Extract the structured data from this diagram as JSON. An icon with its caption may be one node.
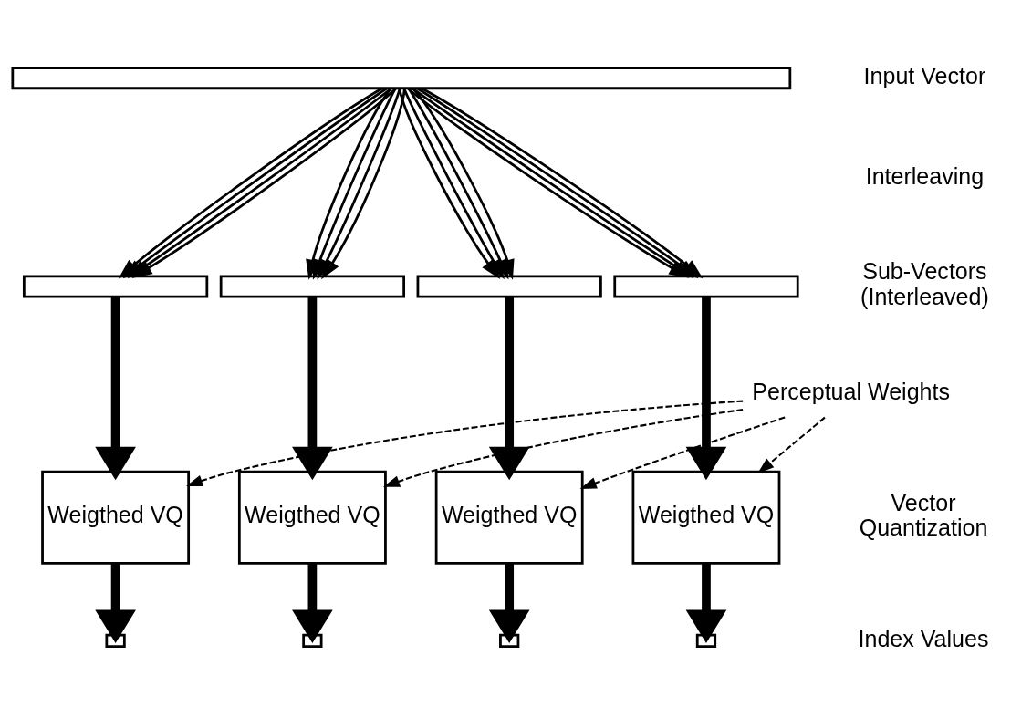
{
  "diagram": {
    "nodes": [
      {
        "text": [],
        "shape": "bar"
      },
      {
        "text": [],
        "shape": "bar"
      },
      {
        "text": [],
        "shape": "bar"
      },
      {
        "text": [],
        "shape": "bar"
      },
      {
        "text": [],
        "shape": "bar"
      },
      {
        "text": [
          "Perceptual Weights"
        ]
      },
      {
        "text": [
          "Weigthed VQ"
        ]
      },
      {
        "text": [
          "Weigthed VQ"
        ]
      },
      {
        "text": [
          "Weigthed VQ"
        ]
      },
      {
        "text": [
          "Weigthed VQ"
        ]
      },
      {
        "text": [],
        "shape": "box"
      },
      {
        "text": [],
        "shape": "box"
      },
      {
        "text": [],
        "shape": "box"
      },
      {
        "text": [],
        "shape": "box"
      }
    ],
    "edges": [
      {
        "from": 0,
        "to": 1,
        "arrow": "to"
      },
      {
        "from": 0,
        "to": 1,
        "arrow": "to"
      },
      {
        "from": 0,
        "to": 1,
        "arrow": "to"
      },
      {
        "from": 0,
        "to": 1,
        "arrow": "to"
      },
      {
        "from": 0,
        "to": 2,
        "arrow": "to"
      },
      {
        "from": 0,
        "to": 2,
        "arrow": "to"
      },
      {
        "from": 0,
        "to": 2,
        "arrow": "to"
      },
      {
        "from": 0,
        "to": 2,
        "arrow": "to"
      },
      {
        "from": 0,
        "to": 3,
        "arrow": "to"
      },
      {
        "from": 0,
        "to": 3,
        "arrow": "to"
      },
      {
        "from": 0,
        "to": 3,
        "arrow": "to"
      },
      {
        "from": 0,
        "to": 3,
        "arrow": "to"
      },
      {
        "from": 0,
        "to": 4,
        "arrow": "to"
      },
      {
        "from": 0,
        "to": 4,
        "arrow": "to"
      },
      {
        "from": 0,
        "to": 4,
        "arrow": "to"
      },
      {
        "from": 0,
        "to": 4,
        "arrow": "to"
      },
      {
        "from": 1,
        "to": 6,
        "arrow": "to",
        "style": "thick"
      },
      {
        "from": 2,
        "to": 7,
        "arrow": "to",
        "style": "thick"
      },
      {
        "from": 3,
        "to": 8,
        "arrow": "to",
        "style": "thick"
      },
      {
        "from": 4,
        "to": 9,
        "arrow": "to",
        "style": "thick"
      },
      {
        "from": 5,
        "to": 6,
        "arrow": "to",
        "style": "dashed"
      },
      {
        "from": 5,
        "to": 7,
        "arrow": "to",
        "style": "dashed"
      },
      {
        "from": 5,
        "to": 8,
        "arrow": "to",
        "style": "dashed"
      },
      {
        "from": 5,
        "to": 9,
        "arrow": "to",
        "style": "dashed"
      },
      {
        "from": 6,
        "to": 10,
        "arrow": "to",
        "style": "thick"
      },
      {
        "from": 7,
        "to": 11,
        "arrow": "to",
        "style": "thick"
      },
      {
        "from": 8,
        "to": 12,
        "arrow": "to",
        "style": "thick"
      },
      {
        "from": 9,
        "to": 13,
        "arrow": "to",
        "style": "thick"
      }
    ],
    "labels": [
      "Input Vector",
      "Interleaving",
      "Sub-Vectors (Interleaved)",
      "Vector Quantization",
      "Index Values"
    ]
  }
}
